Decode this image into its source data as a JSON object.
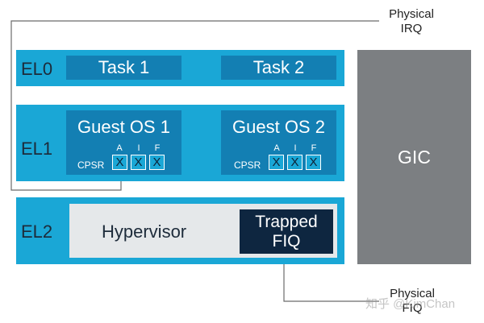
{
  "rows": {
    "el0": "EL0",
    "el1": "EL1",
    "el2": "EL2"
  },
  "tasks": [
    "Task 1",
    "Task 2"
  ],
  "guests": [
    {
      "title": "Guest OS 1",
      "cpsr": "CPSR",
      "flags": [
        "A",
        "I",
        "F"
      ],
      "marks": [
        "X",
        "X",
        "X"
      ]
    },
    {
      "title": "Guest OS 2",
      "cpsr": "CPSR",
      "flags": [
        "A",
        "I",
        "F"
      ],
      "marks": [
        "X",
        "X",
        "X"
      ]
    }
  ],
  "gic": "GIC",
  "hypervisor": "Hypervisor",
  "trapped": {
    "line1": "Trapped",
    "line2": "FIQ"
  },
  "physical_irq": {
    "line1": "Physical",
    "line2": "IRQ"
  },
  "physical_fiq": {
    "line1": "Physical",
    "line2": "FIQ"
  },
  "watermark": "知乎 @KimChan",
  "colors": {
    "el_row": "#1aa7d6",
    "task_box": "#137fb3",
    "gic": "#7c7f82",
    "hypervisor": "#e5e8ea",
    "trapped": "#0e2640"
  }
}
